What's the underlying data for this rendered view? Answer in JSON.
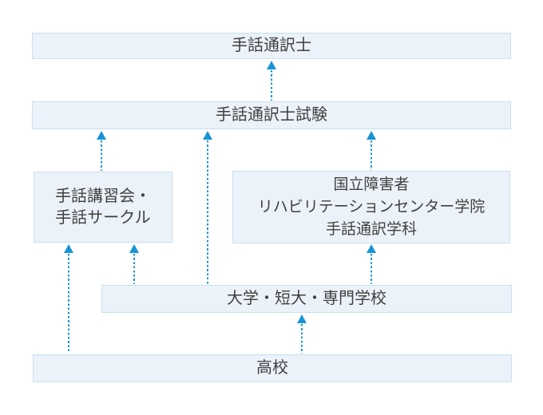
{
  "diagram": {
    "title": "Career path flowchart to become a sign language interpreter",
    "colors": {
      "arrow": "#1894d4",
      "box_fill": "#ecf2f9",
      "box_border": "#c7e0f0",
      "text": "#3f3f3f",
      "background": "#ffffff"
    },
    "nodes": {
      "interpreter": {
        "label": "手話通訳士"
      },
      "exam": {
        "label": "手話通訳士試験"
      },
      "course": {
        "lines": [
          "手話講習会・",
          "手話サークル"
        ]
      },
      "rehab": {
        "lines": [
          "国立障害者",
          "リハビリテーションセンター学院",
          "手話通訳学科"
        ]
      },
      "college": {
        "label": "大学・短大・専門学校"
      },
      "highschool": {
        "label": "高校"
      }
    },
    "edges": [
      {
        "from": "exam",
        "to": "interpreter",
        "style": "dotted-arrow-up"
      },
      {
        "from": "course",
        "to": "exam",
        "style": "dotted-arrow-up"
      },
      {
        "from": "college",
        "to": "exam",
        "style": "dotted-arrow-up"
      },
      {
        "from": "rehab",
        "to": "exam",
        "style": "dotted-arrow-up"
      },
      {
        "from": "highschool",
        "to": "course",
        "style": "dotted-arrow-up"
      },
      {
        "from": "college",
        "to": "course",
        "style": "dotted-arrow-up"
      },
      {
        "from": "college",
        "to": "rehab",
        "style": "dotted-arrow-up"
      },
      {
        "from": "highschool",
        "to": "college",
        "style": "dotted-arrow-up"
      }
    ]
  }
}
